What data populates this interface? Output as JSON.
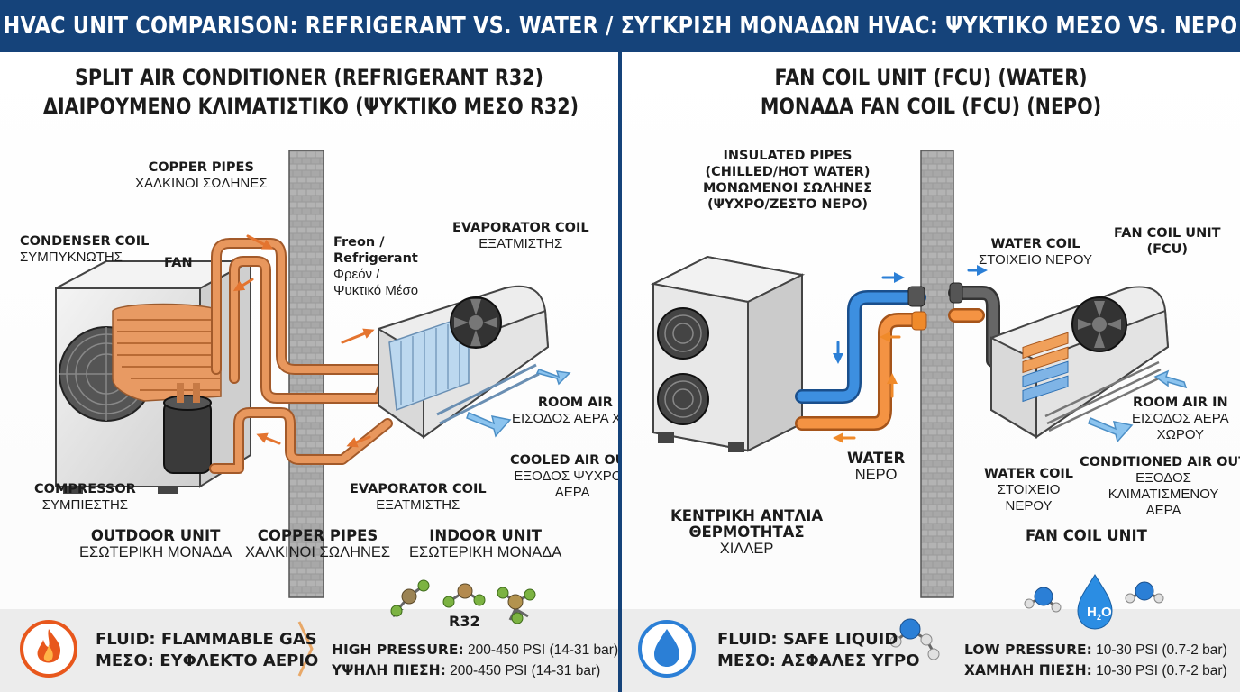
{
  "header": {
    "title": "HVAC UNIT COMPARISON: REFRIGERANT VS. WATER / ΣΥΓΚΡΙΣΗ ΜΟΝΑΔΩΝ HVAC: ΨΥΚΤΙΚΟ ΜΕΣΟ VS. ΝΕΡΟ"
  },
  "left": {
    "title_en": "SPLIT AIR CONDITIONER (REFRIGERANT R32)",
    "title_gr": "ΔΙΑΙΡΟΥΜΕΝΟ ΚΛΙΜΑΤΙΣΤΙΚΟ (ΨΥΚΤΙΚΟ ΜΕΣΟ R32)",
    "labels": {
      "copper_top_en": "COPPER PIPES",
      "copper_top_gr": "ΧΑΛΚΙΝΟΙ ΣΩΛΗΝΕΣ",
      "condenser_en": "CONDENSER COIL",
      "condenser_gr": "ΣΥΜΠΥΚΝΩΤΗΣ",
      "fan_en": "FAN",
      "freon_en1": "Freon /",
      "freon_en2": "Refrigerant",
      "freon_gr1": "Φρεόν /",
      "freon_gr2": "Ψυκτικό Μέσο",
      "evap_top_en": "EVAPORATOR COIL",
      "evap_top_gr": "ΕΞΑΤΜΙΣΤΗΣ",
      "room_air_en": "ROOM AIR IN",
      "room_air_gr": "ΕΙΣΟΔΟΣ ΑΕΡΑ ΧΩΡΟΥ",
      "cooled_en": "COOLED AIR OUT",
      "cooled_gr1": "ΕΞΟΔΟΣ ΨΥΧΡΟΥ",
      "cooled_gr2": "ΑΕΡΑ",
      "compressor_en": "COMPRESSOR",
      "compressor_gr": "ΣΥΜΠΙΕΣΤΗΣ",
      "evap_bot_en": "EVAPORATOR COIL",
      "evap_bot_gr": "ΕΞΑΤΜΙΣΤΗΣ",
      "outdoor_en": "OUTDOOR UNIT",
      "outdoor_gr": "ΕΣΩΤΕΡΙΚΗ ΜΟΝΑΔΑ",
      "copper_bot_en": "COPPER PIPES",
      "copper_bot_gr": "ΧΑΛΚΙΝΟΙ ΣΩΛΗΝΕΣ",
      "indoor_en": "INDOOR UNIT",
      "indoor_gr": "ΕΣΩΤΕΡΙΚΗ ΜΟΝΑΔΑ"
    },
    "footer": {
      "fluid_en": "FLUID: FLAMMABLE GAS",
      "fluid_gr": "ΜΕΣΟ: ΕΥΦΛΕΚΤΟ ΑΕΡΙΟ",
      "molecule": "R32",
      "pressure_en_label": "HIGH PRESSURE:",
      "pressure_en_value": " 200-450 PSI (14-31 bar)",
      "pressure_gr_label": "ΥΨΗΛΗ ΠΙΕΣΗ:",
      "pressure_gr_value": " 200-450 PSI (14-31 bar)"
    }
  },
  "right": {
    "title_en": "FAN COIL UNIT (FCU) (WATER)",
    "title_gr": "ΜΟΝΑΔΑ FAN COIL (FCU) (ΝΕΡΟ)",
    "labels": {
      "ins1": "INSULATED PIPES",
      "ins2": "(CHILLED/HOT WATER)",
      "ins3": "ΜΟΝΩΜΕΝΟΙ ΣΩΛΗΝΕΣ",
      "ins4": "(ΨΥΧΡΟ/ΖΕΣΤΟ ΝΕΡΟ)",
      "wcoil_top_en": "WATER COIL",
      "wcoil_top_gr": "ΣΤΟΙΧΕΙΟ ΝΕΡΟΥ",
      "fcu_en1": "FAN COIL UNIT",
      "fcu_en2": "(FCU)",
      "room_air_en": "ROOM AIR IN",
      "room_air_gr1": "ΕΙΣΟΔΟΣ ΑΕΡΑ",
      "room_air_gr2": "ΧΩΡΟΥ",
      "water_en": "WATER",
      "water_gr": "ΝΕΡΟ",
      "wcoil_bot_en": "WATER COIL",
      "wcoil_bot_gr1": "ΣΤΟΙΧΕΙΟ",
      "wcoil_bot_gr2": "ΝΕΡΟΥ",
      "cond_en": "CONDITIONED AIR OUT",
      "cond_gr1": "ΕΞΟΔΟΣ",
      "cond_gr2": "ΚΛΙΜΑΤΙΣΜΕΝΟΥ",
      "cond_gr3": "ΑΕΡΑ",
      "heatpump1": "ΚΕΝΤΡΙΚΗ ΑΝΤΛΙΑ",
      "heatpump2": "ΘΕΡΜΟΤΗΤΑΣ",
      "heatpump3": "ΧΙΛΛΕΡ",
      "fcu_bottom": "FAN COIL UNIT"
    },
    "footer": {
      "fluid_en": "FLUID: SAFE LIQUID",
      "fluid_gr": "ΜΕΣΟ: ΑΣΦΑΛΕΣ ΥΓΡΟ",
      "molecule_h": "H",
      "molecule_sub": "2",
      "molecule_o": "O",
      "pressure_en_label": "LOW PRESSURE:",
      "pressure_en_value": " 10-30 PSI (0.7-2 bar)",
      "pressure_gr_label": "ΧΑΜΗΛΗ ΠΙΕΣΗ:",
      "pressure_gr_value": " 10-30 PSI (0.7-2 bar)"
    }
  },
  "colors": {
    "banner": "#15437a",
    "copper": "#e08a4e",
    "cold": "#2b7fd6",
    "hot": "#f08a2a",
    "flame": "#e8571c"
  },
  "icons": [
    "flame-icon",
    "water-drop-icon",
    "fan-icon",
    "compressor-icon",
    "molecule-icon"
  ]
}
